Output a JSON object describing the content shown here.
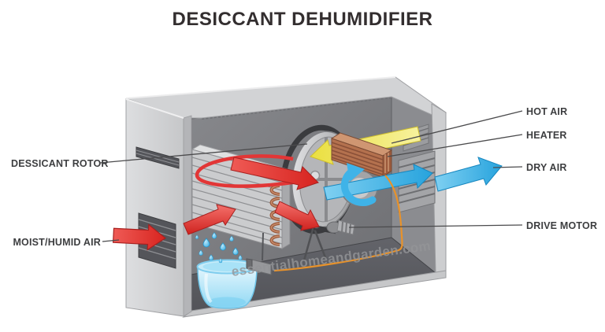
{
  "title": "DESICCANT DEHUMIDIFIER",
  "watermark": "essentialhomeandgarden.com",
  "labels": {
    "dessicant_rotor": "DESSICANT ROTOR",
    "moist_humid_air": "MOIST/HUMID AIR",
    "hot_air": "HOT AIR",
    "heater": "HEATER",
    "dry_air": "DRY AIR",
    "drive_motor": "DRIVE MOTOR"
  },
  "colors": {
    "moist_air_arrow": "#d92b28",
    "hot_air_arrow": "#efe65c",
    "dry_air_arrow": "#3fb3e8",
    "heater_copper": "#b4714e",
    "power_wire": "#e8922a",
    "water": "#5bc8f2",
    "cabinet_light": "#d2d3d5",
    "cabinet_interior": "#7d7e82",
    "label_text": "#3d3e40",
    "title_text": "#332e2f"
  }
}
